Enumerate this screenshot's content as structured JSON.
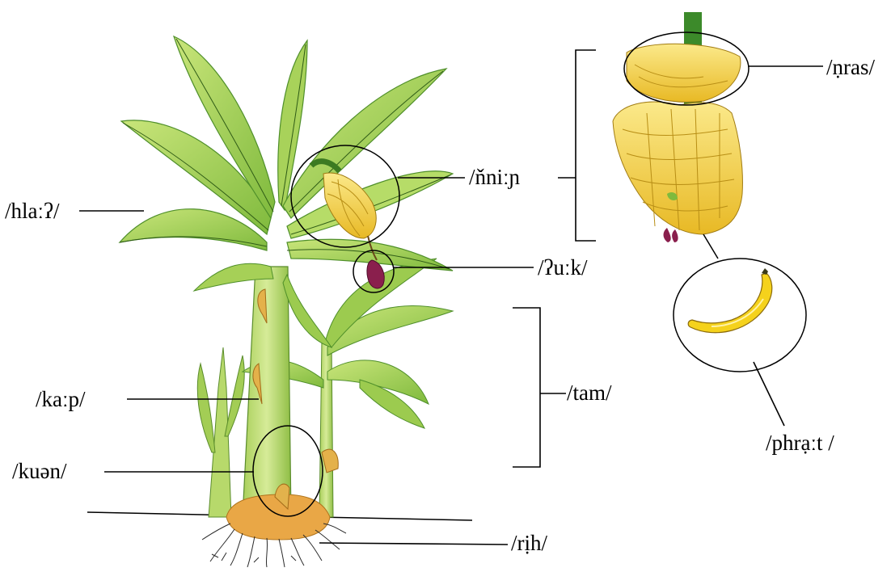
{
  "labels": {
    "leaf": "/hlaːʔ/",
    "bunch": "/ňniːɲ",
    "hand": "/ṇras/",
    "flower": "/ʔuːk/",
    "trunk": "/tam/",
    "sheath": "/kaːp/",
    "sucker": "/kuən/",
    "fruit": "/phrạːt /",
    "root": "/rịh/"
  },
  "colors": {
    "leaf_light": "#b9dc6a",
    "leaf_mid": "#8cc443",
    "leaf_dark": "#4f8f2a",
    "banana_yellow": "#f2cf3a",
    "banana_light": "#f7e27a",
    "flower_purple": "#8a1f4d",
    "corm_orange": "#e9a746",
    "line": "#000000"
  }
}
